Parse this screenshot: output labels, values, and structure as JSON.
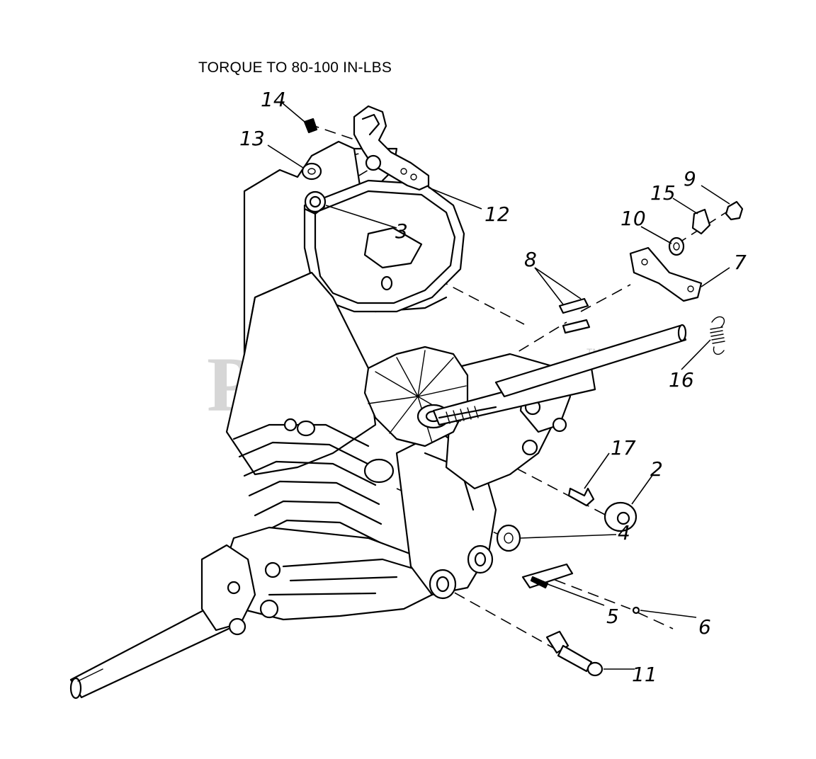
{
  "note": {
    "text": "TORQUE TO 80-100 IN-LBS"
  },
  "watermark": {
    "text": "PartsTree",
    "tm": "TM"
  },
  "callouts": [
    {
      "id": "c14",
      "label": "14"
    },
    {
      "id": "c13",
      "label": "13"
    },
    {
      "id": "c12",
      "label": "12"
    },
    {
      "id": "c3",
      "label": "3"
    },
    {
      "id": "c9",
      "label": "9"
    },
    {
      "id": "c15",
      "label": "15"
    },
    {
      "id": "c10",
      "label": "10"
    },
    {
      "id": "c7",
      "label": "7"
    },
    {
      "id": "c8",
      "label": "8"
    },
    {
      "id": "c16",
      "label": "16"
    },
    {
      "id": "c17",
      "label": "17"
    },
    {
      "id": "c2",
      "label": "2"
    },
    {
      "id": "c4",
      "label": "4"
    },
    {
      "id": "c5",
      "label": "5"
    },
    {
      "id": "c6",
      "label": "6"
    },
    {
      "id": "c11",
      "label": "11"
    }
  ]
}
